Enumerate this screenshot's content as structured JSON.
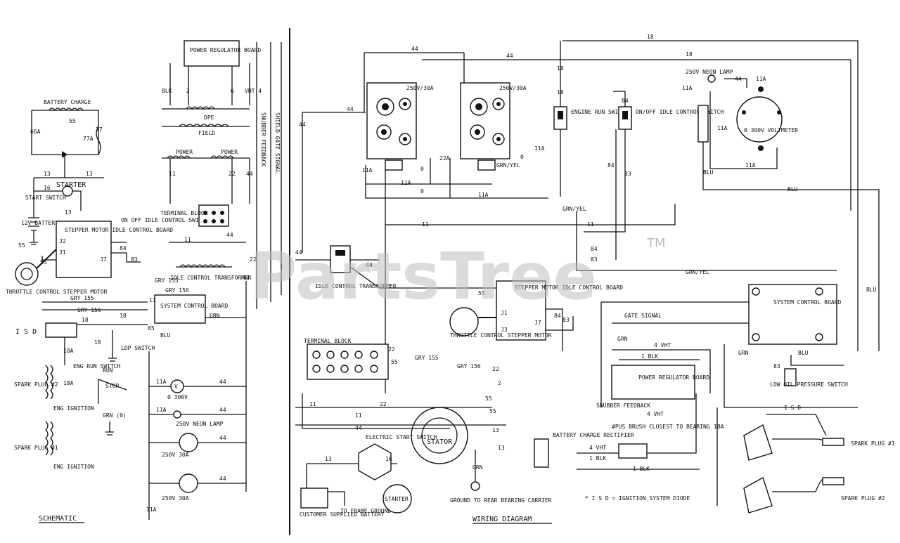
{
  "watermark": {
    "text": "PartsTree",
    "tm": "TM"
  },
  "schematic": {
    "title": "SCHEMATIC",
    "battery_charge": "BATTERY CHARGE",
    "power_regulator_board": "POWER REGULATOR BOARD",
    "dpe": "DPE",
    "field": "FIELD",
    "power1": "POWER",
    "power2": "POWER",
    "snubber_feedback": "SNUBBER FEEDBACK",
    "shield_gate_signal": "SHIELD GATE SIGNAL",
    "starter": "STARTER",
    "start_switch": "START SWITCH",
    "battery": "12V BATTERY",
    "stepper_motor_board": "STEPPER MOTOR IDLE CONTROL BOARD",
    "on_off_switch": "ON OFF IDLE CONTROL SWITCH",
    "terminal_block": "TERMINAL BLOCK",
    "idle_control_transformer": "IDLE CONTROL TRANSFORMER",
    "throttle_motor": "THROTTLE CONTROL STEPPER MOTOR",
    "system_control_board": "SYSTEM CONTROL BOARD",
    "isd": "I S D",
    "ldp_switch": "LDP SWITCH",
    "eng_run_switch": "ENG RUN SWITCH",
    "run": "RUN",
    "stop": "STOP",
    "spark_plug_2": "SPARK PLUG #2",
    "eng_ignition_1": "ENG IGNITION",
    "spark_plug_1": "SPARK PLUG #1",
    "eng_ignition_2": "ENG IGNITION",
    "grn_0": "GRN (0)",
    "volt_0_300": "0 300V",
    "neon_lamp": "250V NEON LAMP",
    "outlet_30a_1": "250V 30A",
    "outlet_30a_2": "250V 30A",
    "wire_labels": [
      "BLK",
      "2",
      "6",
      "VHT",
      "4",
      "66A",
      "55",
      "77A",
      "77",
      "13",
      "13",
      "16",
      "13",
      "55",
      "55",
      "11",
      "22",
      "44",
      "84",
      "83",
      "GRY 155",
      "GRY 156",
      "GRY 155",
      "GRY 156",
      "18",
      "18",
      "18A",
      "18A",
      "85",
      "BLU",
      "GRN",
      "11A",
      "44",
      "11A",
      "44",
      "11A",
      "44",
      "11A",
      "44",
      "11A",
      "11A",
      "11A",
      "44",
      "11",
      "44",
      "22",
      "44",
      "0",
      "0"
    ]
  },
  "wiring": {
    "title": "WIRING DIAGRAM",
    "outlet_label_1": "250V/30A",
    "outlet_label_2": "250V/30A",
    "engine_run_switch": "ENGINE RUN SWITCH",
    "on_off_switch": "ON/OFF IDLE CONTROL SWITCH",
    "neon_lamp": "250V NEON LAMP",
    "voltmeter": "0 300V VOLTMETER",
    "idle_control_transformer": "IDLE CONTROL TRANSFORMER",
    "stepper_board": "STEPPER MOTOR IDLE CONTROL BOARD",
    "throttle_motor": "THROTTLE CONTROL STEPPER MOTOR",
    "system_control_board": "SYSTEM CONTROL BOARD",
    "gate_signal": "GATE SIGNAL",
    "terminal_block": "TERMINAL BLOCK",
    "power_regulator_board": "POWER REGULATOR BOARD",
    "snubber_feedback": "SNUBBER FEEDBACK",
    "low_oil_switch": "LOW OIL PRESSURE SWITCH",
    "brush_note": "#PUS BRUSH CLOSEST TO BEARING",
    "stator": "STATOR",
    "electric_start_switch": "ELECTRIC START SWITCH",
    "battery_charge_rectifier": "BATTERY CHARGE RECTIFIER",
    "customer_battery": "CUSTOMER SUPPLIED BATTERY",
    "frame_ground": "TO FRAME GROUND",
    "starter": "STARTER",
    "ground_note": "GROUND TO REAR BEARING CARRIER",
    "isd_legend": "* I S D  = IGNITION SYSTEM DIODE",
    "spark_plug_1": "SPARK PLUG #1",
    "spark_plug_2": "SPARK PLUG #2",
    "isd": "I S D",
    "wire_labels": [
      "44",
      "44",
      "44",
      "44",
      "44",
      "44",
      "44",
      "11",
      "11A",
      "11A",
      "11A",
      "11A",
      "11A",
      "11A",
      "0",
      "0",
      "0",
      "0",
      "22A",
      "18",
      "18",
      "18",
      "18",
      "18",
      "18",
      "84",
      "83",
      "84",
      "83",
      "BLU",
      "BLU",
      "BLU",
      "BLU",
      "GRN/YEL",
      "GRN/YEL",
      "GRN/YEL",
      "GRY 155",
      "GRY 156",
      "GRY 155",
      "GRY 156",
      "55",
      "22",
      "22",
      "11",
      "11",
      "44",
      "11",
      "13",
      "13",
      "16",
      "13",
      "2",
      "4 VHT",
      "4 VHT",
      "1 BLK",
      "1 BLK",
      "GRN",
      "GRN",
      "GRN",
      "85",
      "18A",
      "11",
      "44",
      "55",
      "6",
      "6",
      "22"
    ]
  }
}
